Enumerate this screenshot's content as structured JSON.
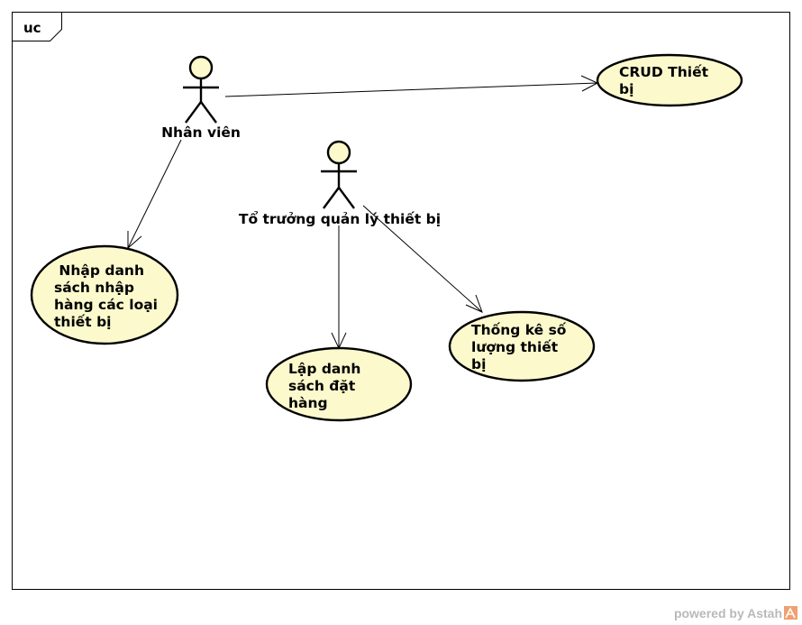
{
  "frame": {
    "tag": "uc"
  },
  "actors": {
    "staff": {
      "name": "Nhân viên"
    },
    "manager": {
      "name": "Tổ trưởng quản lý thiết bị"
    }
  },
  "use_cases": {
    "crud": {
      "lines": [
        "CRUD Thiết",
        "bị"
      ]
    },
    "import_list": {
      "lines": [
        " Nhập danh",
        "sách nhập",
        "hàng các loại",
        "thiết bị"
      ]
    },
    "order_list": {
      "lines": [
        "Lập danh",
        "sách đặt",
        "hàng"
      ]
    },
    "statistics": {
      "lines": [
        "Thống kê số",
        "lượng thiết",
        "bị"
      ]
    }
  },
  "footer": {
    "text": "powered by Astah"
  },
  "colors": {
    "usecase_fill": "#fcfacd",
    "actor_head_fill": "#fcfacd",
    "stroke": "#000000",
    "logo": "#f0a070"
  }
}
